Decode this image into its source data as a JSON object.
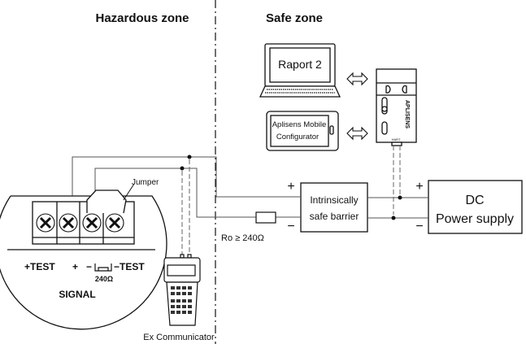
{
  "zones": {
    "hazardous": "Hazardous zone",
    "safe": "Safe zone"
  },
  "laptop": {
    "label": "Raport 2"
  },
  "tablet": {
    "line1": "Aplisens Mobile",
    "line2": "Configurator"
  },
  "modem": {
    "brand": "APLISENS",
    "port_label": "HART"
  },
  "barrier": {
    "line1": "Intrinsically",
    "line2": "safe barrier"
  },
  "power_supply": {
    "line1": "DC",
    "line2": "Power supply"
  },
  "resistor": {
    "label": "Ro ≥ 240Ω"
  },
  "polarity": {
    "plus": "+",
    "minus": "−"
  },
  "transmitter": {
    "jumper": "Jumper",
    "test_plus": "+TEST",
    "plus": "+",
    "minus": "−",
    "test_minus": "−TEST",
    "resistor": "240Ω",
    "signal": "SIGNAL"
  },
  "communicator": {
    "label": "Ex Communicator"
  },
  "colors": {
    "line": "#111111",
    "wire": "#555555",
    "background": "#ffffff"
  }
}
